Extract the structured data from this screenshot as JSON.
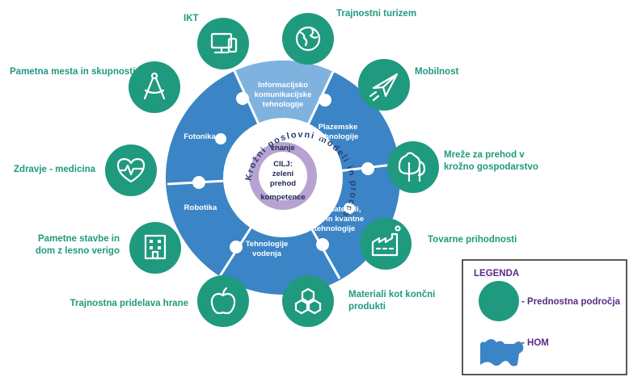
{
  "areas": {
    "ikt": "IKT",
    "turizem": "Trajnostni turizem",
    "mobilnost": "Mobilnost",
    "mreze_line1": "Mreže za prehod v",
    "mreze_line2": "krožno gospodarstvo",
    "tovarne": "Tovarne prihodnosti",
    "materiali_line1": "Materiali kot končni",
    "materiali_line2": "produkti",
    "hrana": "Trajnostna pridelava hrane",
    "stavbe_line1": "Pametne stavbe in",
    "stavbe_line2": "dom z lesno verigo",
    "zdravje": "Zdravje - medicina",
    "mesta": "Pametna mesta in skupnosti"
  },
  "segments": {
    "ikt_line1": "Informacijsko",
    "ikt_line2": "komunikacijske",
    "ikt_line3": "tehnologije",
    "plazemske_line1": "Plazemske",
    "plazemske_line2": "tehnologije",
    "novi_line1": "Novi materiali,",
    "novi_line2": "nano in kvantne",
    "novi_line3": "tehnologije",
    "vodenje_line1": "Tehnologije",
    "vodenje_line2": "vodenja",
    "robotika": "Robotika",
    "fotonika": "Fotonika"
  },
  "center": {
    "ring_text": "Krožni poslovni modeli in procesi",
    "znanje": "znanje",
    "cilj_line1": "CILJ:",
    "cilj_line2": "zeleni",
    "cilj_line3": "prehod",
    "kompetence": "kompetence"
  },
  "legend": {
    "title": "LEGENDA",
    "item1": "- Prednostna področja",
    "item2": "- HOM"
  },
  "icons": [
    "monitor-icon",
    "globe-icon",
    "paper-plane-icon",
    "trees-icon",
    "factory-icon",
    "cubes-icon",
    "apple-icon",
    "building-icon",
    "heart-pulse-icon",
    "compass-icon"
  ],
  "colors": {
    "area_circle": "#1f9a7e",
    "segment_blue": "#3b84c6",
    "segment_light": "#7fb2df",
    "ring": "#ffffff",
    "core": "#b7a3d1",
    "label_green": "#1f9a7e",
    "legend_text": "#5b2a86"
  }
}
